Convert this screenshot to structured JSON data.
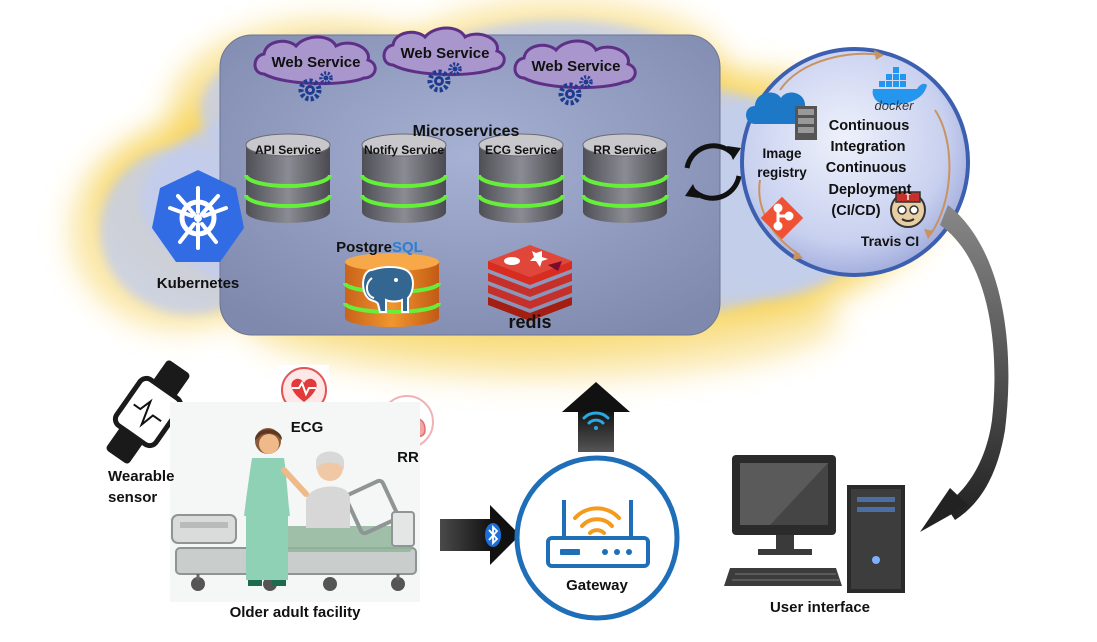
{
  "cloud": {
    "web_services": [
      "Web Service",
      "Web Service",
      "Web Service"
    ],
    "microservices_title": "Microservices",
    "services": [
      "API Service",
      "Notify Service",
      "ECG Service",
      "RR Service"
    ],
    "postgres": {
      "part1": "Postgre",
      "part2": "SQL"
    },
    "redis": "redis",
    "kubernetes": "Kubernetes"
  },
  "cicd": {
    "image_registry_line1": "Image",
    "image_registry_line2": "registry",
    "docker": "docker",
    "ci_lines": [
      "Continuous",
      "Integration",
      "Continuous",
      "Deployment",
      "(CI/CD)"
    ],
    "travis": "Travis CI"
  },
  "facility": {
    "ecg": "ECG",
    "rr": "RR",
    "wearable_line1": "Wearable",
    "wearable_line2": "sensor",
    "caption": "Older adult facility"
  },
  "gateway": {
    "label": "Gateway"
  },
  "user_interface": {
    "label": "User interface"
  },
  "colors": {
    "cloud_glow": "#f7d24a",
    "cloud_core": "#b7c6ea",
    "panel": "#8e9abf",
    "db_body": "#6e6e76",
    "db_stripe": "#66ef3a",
    "kubernetes_blue": "#326ce5",
    "postgres_orange": "#e8821e",
    "redis_red": "#d82c20",
    "gateway_blue": "#1f6fb8",
    "wifi_orange": "#f59a1c",
    "arrow_dark": "#2b2b2b"
  }
}
